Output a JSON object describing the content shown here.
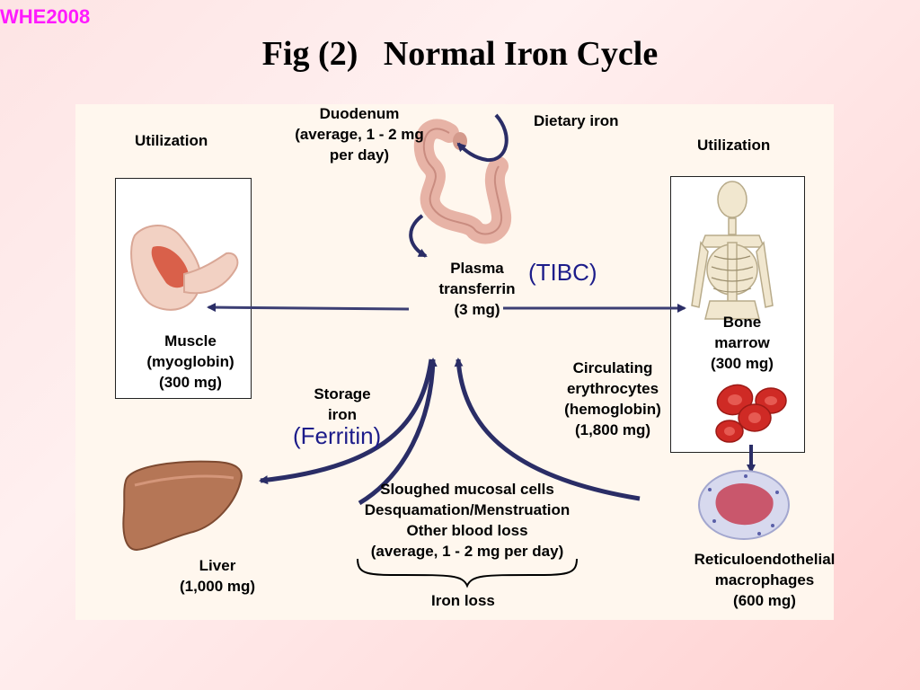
{
  "watermark": "WHE2008",
  "title": "Fig (2)   Normal Iron Cycle",
  "labels": {
    "duodenum": [
      "Duodenum",
      "(average, 1 - 2 mg",
      "per day)"
    ],
    "dietary_iron": "Dietary iron",
    "utilization_left": "Utilization",
    "utilization_right": "Utilization",
    "plasma": [
      "Plasma",
      "transferrin",
      "(3 mg)"
    ],
    "tibc": "(TIBC)",
    "muscle": [
      "Muscle",
      "(myoglobin)",
      "(300 mg)"
    ],
    "bone_marrow": [
      "Bone",
      "marrow",
      "(300 mg)"
    ],
    "circulating": [
      "Circulating",
      "erythrocytes",
      "(hemoglobin)",
      "(1,800 mg)"
    ],
    "storage": [
      "Storage",
      "iron"
    ],
    "ferritin": "(Ferritin)",
    "iron_loss_causes": [
      "Sloughed mucosal cells",
      "Desquamation/Menstruation",
      "Other blood loss",
      "(average, 1 - 2 mg per day)"
    ],
    "iron_loss": "Iron loss",
    "liver": [
      "Liver",
      "(1,000 mg)"
    ],
    "reticulo": [
      "Reticuloendothelial",
      "macrophages",
      "(600 mg)"
    ]
  },
  "colors": {
    "arrow": "#2a2d66",
    "watermark": "#ff1aff",
    "ferritin": "#1c1c8a"
  }
}
